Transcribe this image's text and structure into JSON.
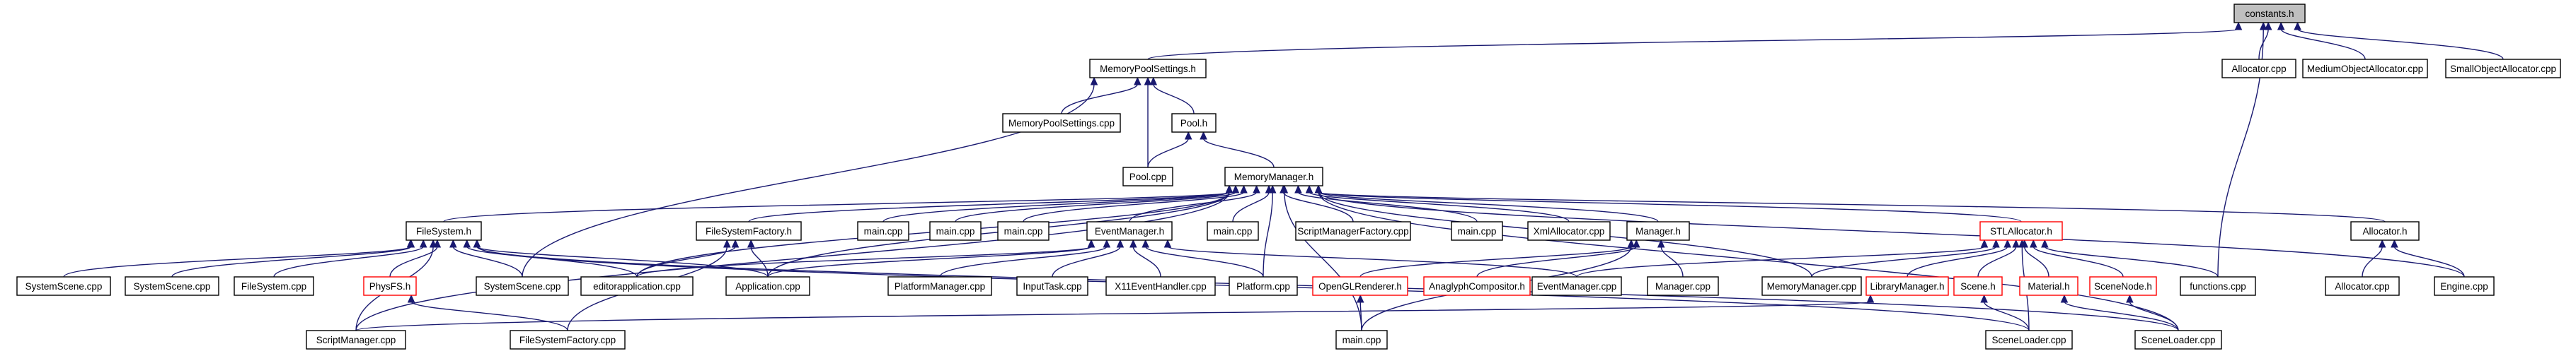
{
  "graph": {
    "nodes": [
      {
        "id": "constants_h",
        "label": "constants.h",
        "style": "highlight"
      },
      {
        "id": "mps_h",
        "label": "MemoryPoolSettings.h",
        "style": "normal"
      },
      {
        "id": "allocator_cpp_top",
        "label": "Allocator.cpp",
        "style": "normal"
      },
      {
        "id": "mediumoa_cpp",
        "label": "MediumObjectAllocator.cpp",
        "style": "normal"
      },
      {
        "id": "smalloa_cpp",
        "label": "SmallObjectAllocator.cpp",
        "style": "normal"
      },
      {
        "id": "mps_cpp",
        "label": "MemoryPoolSettings.cpp",
        "style": "normal"
      },
      {
        "id": "pool_h",
        "label": "Pool.h",
        "style": "normal"
      },
      {
        "id": "pool_cpp",
        "label": "Pool.cpp",
        "style": "normal"
      },
      {
        "id": "memman_h",
        "label": "MemoryManager.h",
        "style": "normal"
      },
      {
        "id": "filesystem_h",
        "label": "FileSystem.h",
        "style": "normal"
      },
      {
        "id": "fsfactory_h",
        "label": "FileSystemFactory.h",
        "style": "normal"
      },
      {
        "id": "main_cpp_1",
        "label": "main.cpp",
        "style": "normal"
      },
      {
        "id": "main_cpp_2",
        "label": "main.cpp",
        "style": "normal"
      },
      {
        "id": "main_cpp_3",
        "label": "main.cpp",
        "style": "normal"
      },
      {
        "id": "eventman_h",
        "label": "EventManager.h",
        "style": "normal"
      },
      {
        "id": "main_cpp_4",
        "label": "main.cpp",
        "style": "normal"
      },
      {
        "id": "smfactory_cpp",
        "label": "ScriptManagerFactory.cpp",
        "style": "normal"
      },
      {
        "id": "main_cpp_5",
        "label": "main.cpp",
        "style": "normal"
      },
      {
        "id": "xmlalloc_cpp",
        "label": "XmlAllocator.cpp",
        "style": "normal"
      },
      {
        "id": "manager_h",
        "label": "Manager.h",
        "style": "normal"
      },
      {
        "id": "stlalloc_h",
        "label": "STLAllocator.h",
        "style": "red"
      },
      {
        "id": "allocator_h",
        "label": "Allocator.h",
        "style": "normal"
      },
      {
        "id": "systemscene_cpp_1",
        "label": "SystemScene.cpp",
        "style": "normal"
      },
      {
        "id": "systemscene_cpp_2",
        "label": "SystemScene.cpp",
        "style": "normal"
      },
      {
        "id": "filesystem_cpp",
        "label": "FileSystem.cpp",
        "style": "normal"
      },
      {
        "id": "physfs_h",
        "label": "PhysFS.h",
        "style": "red"
      },
      {
        "id": "systemscene_cpp_3",
        "label": "SystemScene.cpp",
        "style": "normal"
      },
      {
        "id": "editorapp_cpp",
        "label": "editorapplication.cpp",
        "style": "normal"
      },
      {
        "id": "application_cpp",
        "label": "Application.cpp",
        "style": "normal"
      },
      {
        "id": "platman_cpp",
        "label": "PlatformManager.cpp",
        "style": "normal"
      },
      {
        "id": "inputtask_cpp",
        "label": "InputTask.cpp",
        "style": "normal"
      },
      {
        "id": "x11eh_cpp",
        "label": "X11EventHandler.cpp",
        "style": "normal"
      },
      {
        "id": "platform_cpp",
        "label": "Platform.cpp",
        "style": "normal"
      },
      {
        "id": "oglrend_h",
        "label": "OpenGLRenderer.h",
        "style": "red"
      },
      {
        "id": "anaglyph_h",
        "label": "AnaglyphCompositor.h",
        "style": "red"
      },
      {
        "id": "eventman_cpp",
        "label": "EventManager.cpp",
        "style": "normal"
      },
      {
        "id": "manager_cpp",
        "label": "Manager.cpp",
        "style": "normal"
      },
      {
        "id": "memman_cpp",
        "label": "MemoryManager.cpp",
        "style": "normal"
      },
      {
        "id": "libman_h",
        "label": "LibraryManager.h",
        "style": "red"
      },
      {
        "id": "scene_h",
        "label": "Scene.h",
        "style": "red"
      },
      {
        "id": "material_h",
        "label": "Material.h",
        "style": "red"
      },
      {
        "id": "scenenode_h",
        "label": "SceneNode.h",
        "style": "red"
      },
      {
        "id": "functions_cpp",
        "label": "functions.cpp",
        "style": "normal"
      },
      {
        "id": "allocator_cpp_2",
        "label": "Allocator.cpp",
        "style": "normal"
      },
      {
        "id": "engine_cpp",
        "label": "Engine.cpp",
        "style": "normal"
      },
      {
        "id": "scriptman_cpp",
        "label": "ScriptManager.cpp",
        "style": "normal"
      },
      {
        "id": "fsfactory_cpp",
        "label": "FileSystemFactory.cpp",
        "style": "normal"
      },
      {
        "id": "main_cpp_6",
        "label": "main.cpp",
        "style": "normal"
      },
      {
        "id": "sceneloader_cpp_1",
        "label": "SceneLoader.cpp",
        "style": "normal"
      },
      {
        "id": "sceneloader_cpp_2",
        "label": "SceneLoader.cpp",
        "style": "normal"
      }
    ],
    "edges": [
      [
        "mps_h",
        "constants_h"
      ],
      [
        "allocator_cpp_top",
        "constants_h"
      ],
      [
        "mediumoa_cpp",
        "constants_h"
      ],
      [
        "smalloa_cpp",
        "constants_h"
      ],
      [
        "functions_cpp",
        "constants_h"
      ],
      [
        "mps_cpp",
        "mps_h"
      ],
      [
        "pool_h",
        "mps_h"
      ],
      [
        "pool_cpp",
        "mps_h"
      ],
      [
        "systemscene_cpp_3",
        "mps_h"
      ],
      [
        "pool_cpp",
        "pool_h"
      ],
      [
        "memman_h",
        "pool_h"
      ],
      [
        "filesystem_h",
        "memman_h"
      ],
      [
        "fsfactory_h",
        "memman_h"
      ],
      [
        "main_cpp_1",
        "memman_h"
      ],
      [
        "main_cpp_2",
        "memman_h"
      ],
      [
        "main_cpp_3",
        "memman_h"
      ],
      [
        "eventman_h",
        "memman_h"
      ],
      [
        "main_cpp_4",
        "memman_h"
      ],
      [
        "smfactory_cpp",
        "memman_h"
      ],
      [
        "main_cpp_5",
        "memman_h"
      ],
      [
        "xmlalloc_cpp",
        "memman_h"
      ],
      [
        "manager_h",
        "memman_h"
      ],
      [
        "stlalloc_h",
        "memman_h"
      ],
      [
        "allocator_h",
        "memman_h"
      ],
      [
        "scriptman_cpp",
        "memman_h"
      ],
      [
        "editorapp_cpp",
        "memman_h"
      ],
      [
        "application_cpp",
        "memman_h"
      ],
      [
        "platform_cpp",
        "memman_h"
      ],
      [
        "memman_cpp",
        "memman_h"
      ],
      [
        "main_cpp_6",
        "memman_h"
      ],
      [
        "engine_cpp",
        "memman_h"
      ],
      [
        "sceneloader_cpp_2",
        "memman_h"
      ],
      [
        "systemscene_cpp_1",
        "filesystem_h"
      ],
      [
        "systemscene_cpp_2",
        "filesystem_h"
      ],
      [
        "filesystem_cpp",
        "filesystem_h"
      ],
      [
        "physfs_h",
        "filesystem_h"
      ],
      [
        "systemscene_cpp_3",
        "filesystem_h"
      ],
      [
        "editorapp_cpp",
        "filesystem_h"
      ],
      [
        "application_cpp",
        "filesystem_h"
      ],
      [
        "scriptman_cpp",
        "filesystem_h"
      ],
      [
        "sceneloader_cpp_1",
        "filesystem_h"
      ],
      [
        "sceneloader_cpp_2",
        "filesystem_h"
      ],
      [
        "editorapp_cpp",
        "fsfactory_h"
      ],
      [
        "application_cpp",
        "fsfactory_h"
      ],
      [
        "fsfactory_cpp",
        "fsfactory_h"
      ],
      [
        "fsfactory_cpp",
        "physfs_h"
      ],
      [
        "editorapp_cpp",
        "eventman_h"
      ],
      [
        "application_cpp",
        "eventman_h"
      ],
      [
        "platman_cpp",
        "eventman_h"
      ],
      [
        "inputtask_cpp",
        "eventman_h"
      ],
      [
        "x11eh_cpp",
        "eventman_h"
      ],
      [
        "platform_cpp",
        "eventman_h"
      ],
      [
        "eventman_cpp",
        "eventman_h"
      ],
      [
        "oglrend_h",
        "manager_h"
      ],
      [
        "anaglyph_h",
        "manager_h"
      ],
      [
        "manager_cpp",
        "manager_h"
      ],
      [
        "main_cpp_6",
        "manager_h"
      ],
      [
        "main_cpp_6",
        "oglrend_h"
      ],
      [
        "eventman_cpp",
        "stlalloc_h"
      ],
      [
        "memman_cpp",
        "stlalloc_h"
      ],
      [
        "libman_h",
        "stlalloc_h"
      ],
      [
        "scene_h",
        "stlalloc_h"
      ],
      [
        "material_h",
        "stlalloc_h"
      ],
      [
        "scenenode_h",
        "stlalloc_h"
      ],
      [
        "functions_cpp",
        "stlalloc_h"
      ],
      [
        "sceneloader_cpp_1",
        "stlalloc_h"
      ],
      [
        "scriptman_cpp",
        "libman_h"
      ],
      [
        "sceneloader_cpp_1",
        "scene_h"
      ],
      [
        "sceneloader_cpp_2",
        "material_h"
      ],
      [
        "sceneloader_cpp_2",
        "scenenode_h"
      ],
      [
        "allocator_cpp_2",
        "allocator_h"
      ],
      [
        "engine_cpp",
        "allocator_h"
      ]
    ]
  }
}
